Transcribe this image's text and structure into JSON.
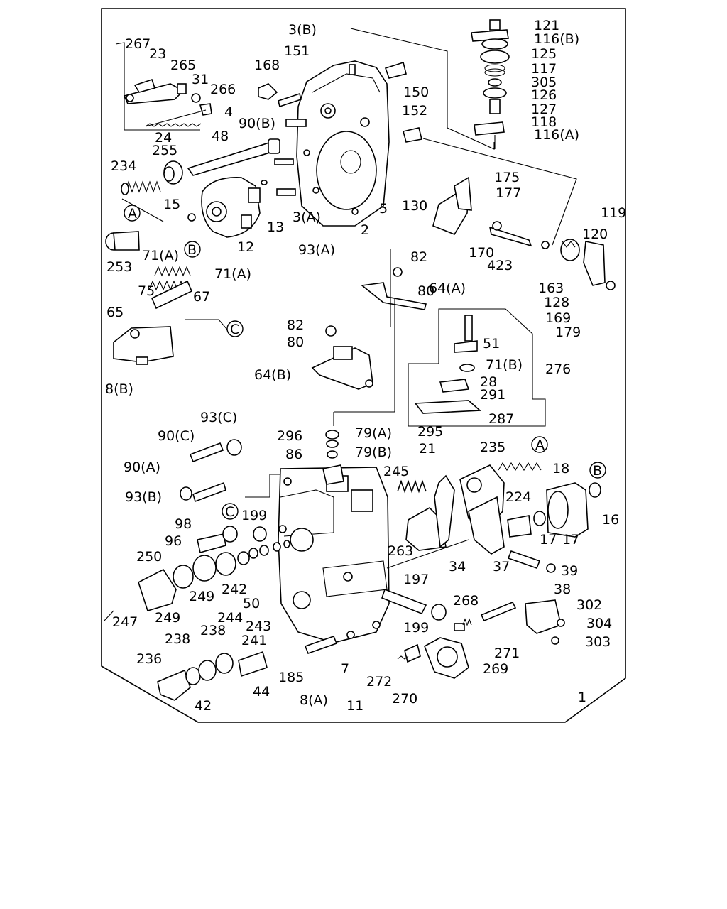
{
  "labels": {
    "p267": "267",
    "p23": "23",
    "p265": "265",
    "p31": "31",
    "p266": "266",
    "p4": "4",
    "p24": "24",
    "p48": "48",
    "p255": "255",
    "p234": "234",
    "p3b": "3(B)",
    "p151": "151",
    "p168": "168",
    "p90b": "90(B)",
    "p150": "150",
    "p152": "152",
    "p3a": "3(A)",
    "p5": "5",
    "p2": "2",
    "p13": "13",
    "p12": "12",
    "p15": "15",
    "p93a": "93(A)",
    "p121": "121",
    "p116b": "116(B)",
    "p125": "125",
    "p117": "117",
    "p305": "305",
    "p126": "126",
    "p127": "127",
    "p118": "118",
    "p116a": "116(A)",
    "p175": "175",
    "p177": "177",
    "p130": "130",
    "p170": "170",
    "p423": "423",
    "p119": "119",
    "p120": "120",
    "p163": "163",
    "p128": "128",
    "p169": "169",
    "p179": "179",
    "p253": "253",
    "p71a1": "71(A)",
    "p71a2": "71(A)",
    "p75": "75",
    "p67": "67",
    "p65": "65",
    "p8b": "8(B)",
    "p82a": "82",
    "p80a": "80",
    "p64a": "64(A)",
    "p82b": "82",
    "p80b": "80",
    "p64b": "64(B)",
    "p51": "51",
    "p71b": "71(B)",
    "p276": "276",
    "p28": "28",
    "p291": "291",
    "p287": "287",
    "p295": "295",
    "p296": "296",
    "p79a": "79(A)",
    "p79b": "79(B)",
    "p86": "86",
    "p93c": "93(C)",
    "p90c": "90(C)",
    "p90a": "90(A)",
    "p93b": "93(B)",
    "p21": "21",
    "p235": "235",
    "p245": "245",
    "p18": "18",
    "p224": "224",
    "p16": "16",
    "p17a": "17",
    "p17b": "17",
    "p263": "263",
    "p34": "34",
    "p37": "37",
    "p39": "39",
    "p38": "38",
    "p98": "98",
    "p199a": "199",
    "p96": "96",
    "p250": "250",
    "p249a": "249",
    "p242": "242",
    "p50": "50",
    "p244": "244",
    "p249b": "249",
    "p247": "247",
    "p243": "243",
    "p241": "241",
    "p197": "197",
    "p268": "268",
    "p199b": "199",
    "p302": "302",
    "p304": "304",
    "p303": "303",
    "p271": "271",
    "p269": "269",
    "p238a": "238",
    "p238b": "238",
    "p236": "236",
    "p42": "42",
    "p44": "44",
    "p185": "185",
    "p8a": "8(A)",
    "p7": "7",
    "p11": "11",
    "p272": "272",
    "p270": "270",
    "p1": "1"
  },
  "callouts": {
    "a_left": "A",
    "b_left": "B",
    "c_top": "C",
    "c_bottom": "C",
    "a_right": "A",
    "b_right": "B"
  }
}
